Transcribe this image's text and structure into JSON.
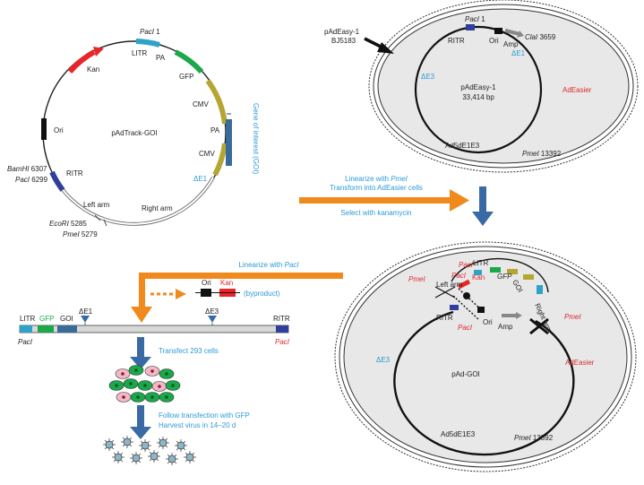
{
  "colors": {
    "red": "#e0282d",
    "blue_text": "#2c9bd6",
    "orange": "#f08a1c",
    "arrow_blue": "#3a6aa5",
    "cell_green": "#1aa84a",
    "cell_pink": "#f2b8c6",
    "cell_gray": "#e8e8e8",
    "gfp_green": "#1aa84a",
    "kan_red": "#e8262a",
    "cmv_olive": "#b5a634",
    "ritr_blue": "#2e3f9c",
    "litr_cyan": "#2ea3c9",
    "goi_blue": "#3a6a9a",
    "virus_gray": "#8fb6c8"
  },
  "icons": [
    "plasmid-circle",
    "bacterial-cell",
    "arrow-right",
    "arrow-down",
    "virus-particle",
    "cell-culture"
  ],
  "pAdTrack": {
    "name": "pAdTrack-GOI",
    "labels": {
      "paci_top_site": "PacI",
      "paci_top_num": " 1",
      "litr": "LITR",
      "pa1": "PA",
      "gfp": "GFP",
      "cmv1": "CMV",
      "pa2": "PA",
      "cmv2": "CMV",
      "de1": "ΔE1",
      "right_arm": "Right arm",
      "pmei_site": "PmeI",
      "pmei_num": " 5279",
      "ecori_site": "EcoRI",
      "ecori_num": " 5285",
      "left_arm": "Left arm",
      "bamhi_site": "BamHI",
      "bamhi_num": " 6307",
      "paci2_site": "PacI",
      "paci2_num": " 6299",
      "ritr": "RITR",
      "ori": "Ori",
      "kan": "Kan",
      "goi": "Gene of interest (GOI)"
    }
  },
  "pAdEasy": {
    "source_line1": "pAdEasy-1",
    "source_line2": "BJ5183",
    "name": "pAdEasy-1",
    "size": "33,414 bp",
    "cell_label": "AdEasier",
    "labels": {
      "paci": "PacI",
      "paci_num": " 1",
      "ritr": "RITR",
      "ori": "Ori",
      "amp": "Amp",
      "clai": "ClaI",
      "clai_num": " 3659",
      "de1": "ΔE1",
      "de3": "ΔE3",
      "ad5": "Ad5dE1E3",
      "pmei": "PmeI",
      "pmei_num": " 13392"
    }
  },
  "step1": {
    "line1_a": "Linearize with ",
    "line1_b": "PmeI",
    "line2": "Transform into AdEasier cells",
    "line3": "Select with kanamycin"
  },
  "step2": {
    "line_a": "Linearize with ",
    "line_b": "PacI",
    "byproduct_ori": "Ori",
    "byproduct_kan": "Kan",
    "byproduct_label": "(byproduct)"
  },
  "linear": {
    "litr": "LITR",
    "gfp": "GFP",
    "goi": "GOI",
    "de1": "ΔE1",
    "de3": "ΔE3",
    "ritr": "RITR",
    "paci_left": "PacI",
    "paci_right": "PacI"
  },
  "step3": {
    "label": "Transfect 293 cells"
  },
  "step4": {
    "line1": "Follow transfection with GFP",
    "line2": "Harvest virus in 14–20 d"
  },
  "recombinant": {
    "name": "pAd-GOI",
    "cell_label": "AdEasier",
    "labels": {
      "paci_a": "PacI",
      "paci_b": "PacI",
      "paci_c": "PacI",
      "pmei_left": "PmeI",
      "pmei_right": "PmeI",
      "litr": "LITR",
      "kan": "Kan",
      "gfp": "GFP",
      "goi": "GOI",
      "left_arm": "Left arm",
      "right_arm": "Right arm",
      "ritr": "RITR",
      "ori": "Ori",
      "amp": "Amp",
      "de3": "ΔE3",
      "ad5": "Ad5dE1E3",
      "pmei_bottom": "PmeI",
      "pmei_bottom_num": " 13392"
    }
  }
}
